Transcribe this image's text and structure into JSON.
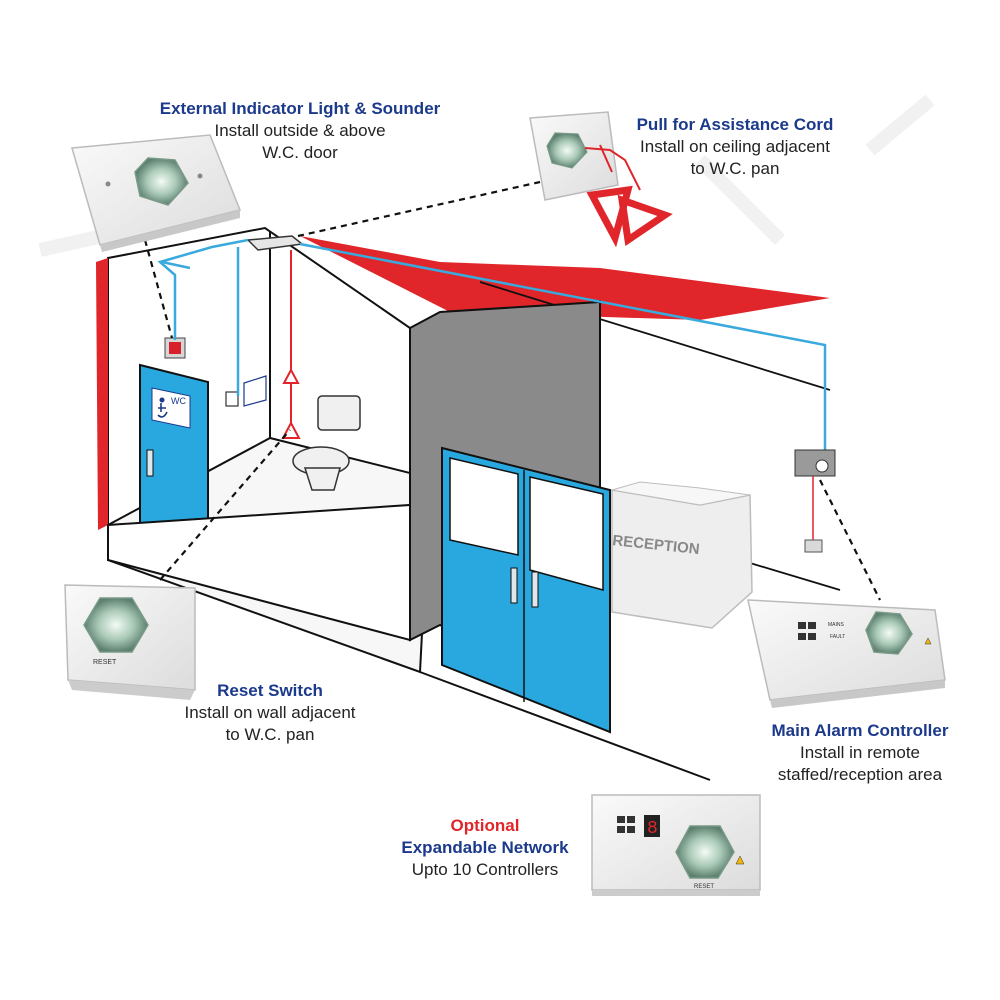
{
  "labels": {
    "indicator": {
      "title": "External Indicator Light & Sounder",
      "line1": "Install outside & above",
      "line2": "W.C. door"
    },
    "cord": {
      "title": "Pull for Assistance Cord",
      "line1": "Install on ceiling adjacent",
      "line2": "to W.C. pan"
    },
    "reset": {
      "title": "Reset Switch",
      "line1": "Install on wall adjacent",
      "line2": "to W.C. pan"
    },
    "controller": {
      "title": "Main Alarm Controller",
      "line1": "Install in remote",
      "line2": "staffed/reception area"
    },
    "network": {
      "optional": "Optional",
      "title": "Expandable Network",
      "line1": "Upto 10 Controllers"
    }
  },
  "scene_text": {
    "wc_sign": "WC",
    "reception": "RECEPTION",
    "reset_text": "RESET",
    "mains": "MAINS",
    "fault": "FAULT",
    "digit": "8"
  },
  "colors": {
    "label_title": "#1c3a8c",
    "optional": "#e0262a",
    "door_blue": "#29a8e0",
    "cable_blue": "#3aa9dd",
    "cord_red": "#e0262a",
    "wall_grey": "#8a8a8a"
  }
}
